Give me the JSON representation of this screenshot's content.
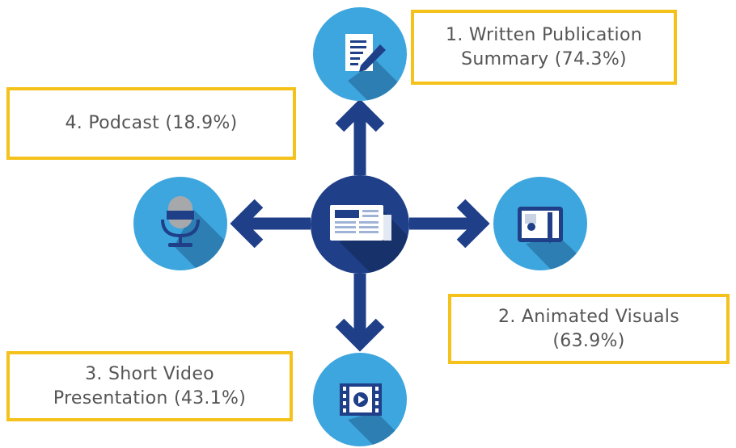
{
  "colors": {
    "accent_yellow": "#f5c21b",
    "arrow_navy": "#1f3f88",
    "icon_blue": "#3ea6de",
    "center_navy": "#1f3f88",
    "shadow_blue": "#2d7fb3",
    "text_gray": "#555555"
  },
  "center": {
    "icon": "newspaper-icon"
  },
  "items": [
    {
      "id": "written",
      "icon": "document-pencil-icon",
      "line1": "1. Written Publication",
      "line2": "Summary (74.3%)"
    },
    {
      "id": "animated",
      "icon": "tablet-pencil-icon",
      "line1": "2. Animated Visuals",
      "line2": "(63.9%)"
    },
    {
      "id": "video",
      "icon": "film-play-icon",
      "line1": "3. Short Video",
      "line2": "Presentation (43.1%)"
    },
    {
      "id": "podcast",
      "icon": "microphone-icon",
      "line1": "4. Podcast (18.9%)",
      "line2": ""
    }
  ]
}
